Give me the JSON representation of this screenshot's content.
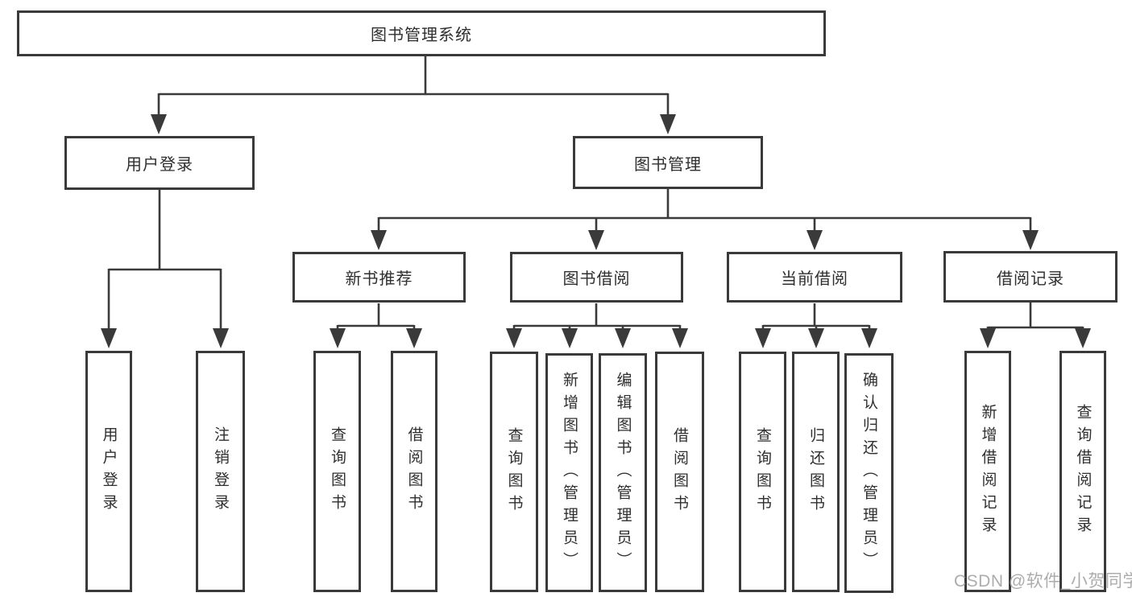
{
  "colors": {
    "line": "#3a3a3a",
    "text": "#2f2f2f",
    "box_background": "#ffffff",
    "page_background": "#ffffff",
    "watermark": "#a6a6a6"
  },
  "watermark": {
    "text": "CSDN @软件_小贺同学"
  },
  "tree": {
    "root": "图书管理系统",
    "branches": [
      {
        "label": "用户登录",
        "children": [
          "用户登录",
          "注销登录"
        ]
      },
      {
        "label": "图书管理",
        "groups": [
          {
            "label": "新书推荐",
            "children": [
              "查询图书",
              "借阅图书"
            ]
          },
          {
            "label": "图书借阅",
            "children": [
              "查询图书",
              "新增图书（管理员）",
              "编辑图书（管理员）",
              "借阅图书"
            ]
          },
          {
            "label": "当前借阅",
            "children": [
              "查询图书",
              "归还图书",
              "确认归还（管理员）"
            ]
          },
          {
            "label": "借阅记录",
            "children": [
              "新增借阅记录",
              "查询借阅记录"
            ]
          }
        ]
      }
    ]
  }
}
